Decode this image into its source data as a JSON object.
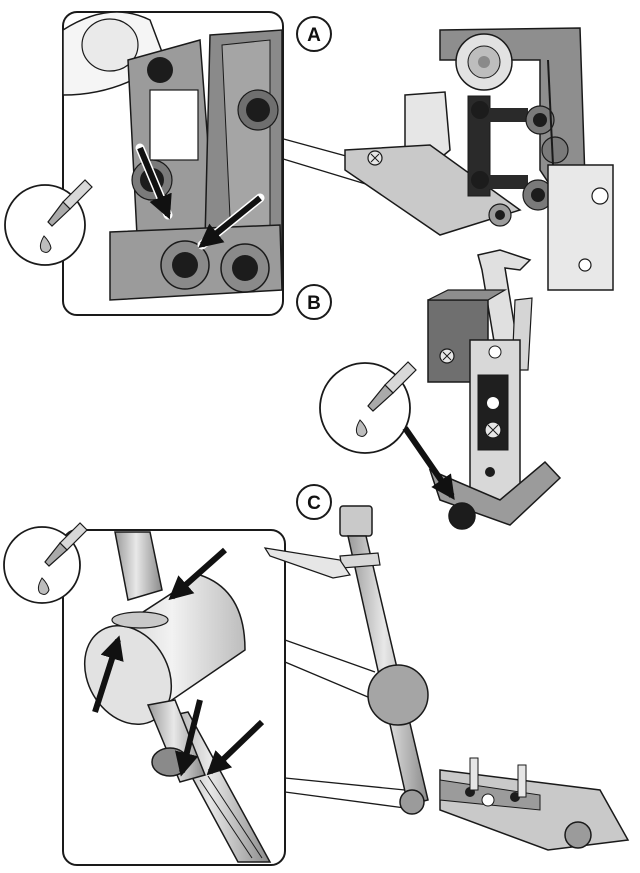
{
  "step_labels": {
    "a": "A",
    "b": "B",
    "c": "C"
  },
  "colors": {
    "outline": "#1a1a1a",
    "metal_dark": "#6f6f6f",
    "metal_mid": "#9b9b9b",
    "metal_light": "#c9c9c9",
    "metal_pale": "#e6e6e6",
    "hole": "#1c1c1c",
    "oil": "#bdbdbd"
  },
  "icons": [
    "oil-can-nozzle-icon",
    "oil-drop-icon",
    "arrow-icon",
    "screw-icon"
  ]
}
